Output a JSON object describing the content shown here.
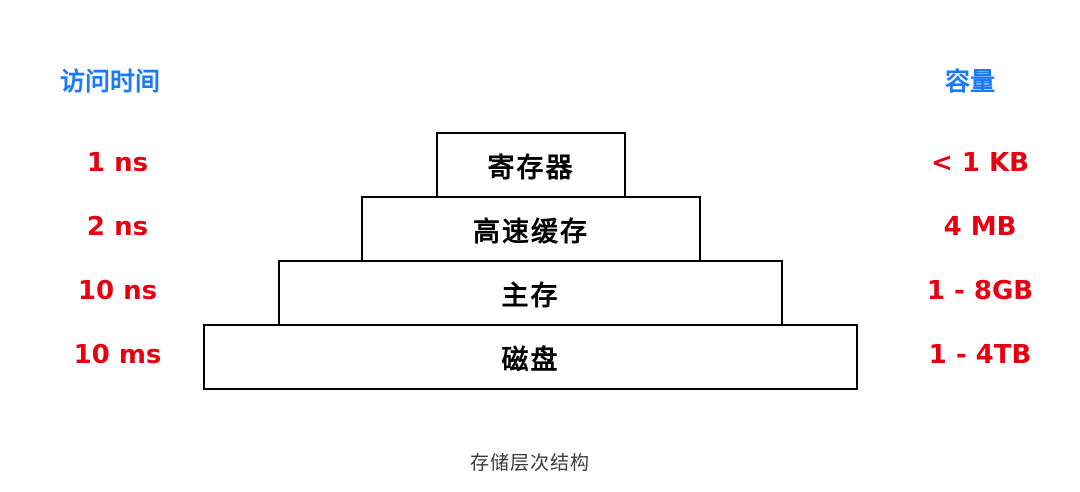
{
  "diagram": {
    "caption": "存储层次结构",
    "headers": {
      "access_time": "访问时间",
      "capacity": "容量"
    },
    "levels": [
      {
        "name": "寄存器",
        "access_time": "1 ns",
        "capacity": "< 1 KB"
      },
      {
        "name": "高速缓存",
        "access_time": "2 ns",
        "capacity": "4 MB"
      },
      {
        "name": "主存",
        "access_time": "10 ns",
        "capacity": "1 - 8GB"
      },
      {
        "name": "磁盘",
        "access_time": "10 ms",
        "capacity": "1 - 4TB"
      }
    ],
    "colors": {
      "header_blue": "#1a7af8",
      "value_red": "#e60012",
      "box_border": "#000000",
      "caption_gray": "#3a3a3a"
    }
  }
}
